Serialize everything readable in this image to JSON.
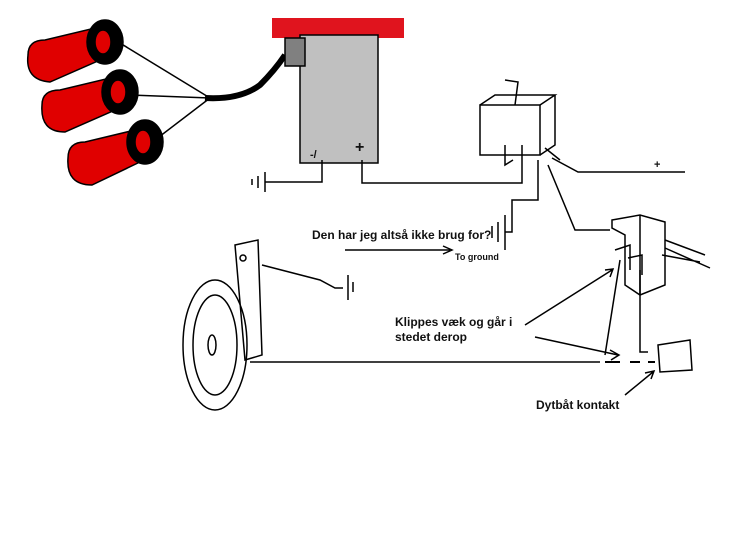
{
  "labels": {
    "question": "Den har jeg altså ikke brug for?",
    "to_ground": "To ground",
    "cut_note_line1": "Klippes væk og går i",
    "cut_note_line2": "stedet derop",
    "contact": "Dytbåt kontakt",
    "battery_minus": "-/",
    "battery_plus": "+",
    "supply_plus": "+"
  },
  "colors": {
    "horn_red": "#e00000",
    "battery_gray": "#c0c0c0",
    "battery_top": "#e0141e"
  }
}
